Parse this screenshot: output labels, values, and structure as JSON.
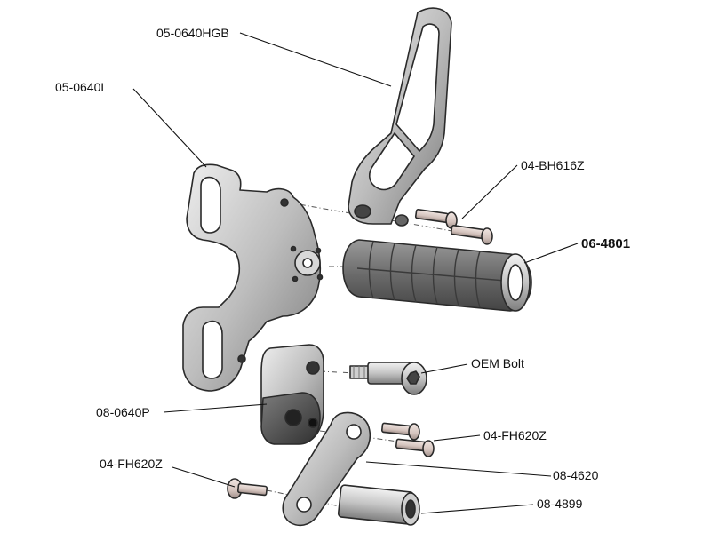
{
  "callouts": {
    "heel_guard": "05-0640HGB",
    "left_bracket": "05-0640L",
    "screw_top": "04-BH616Z",
    "footpeg_rubber": "06-4801",
    "oem_bolt": "OEM Bolt",
    "pivot_block": "08-0640P",
    "screw_right": "04-FH620Z",
    "screw_left": "04-FH620Z",
    "link_arm": "08-4620",
    "spacer": "08-4899"
  },
  "colors": {
    "metal_light": "#d9d9d9",
    "metal_mid": "#a6a6a6",
    "metal_dark": "#5e5e5e",
    "rubber": "#6d6d6d",
    "screw": "#d8c8c2",
    "line": "#111111"
  }
}
